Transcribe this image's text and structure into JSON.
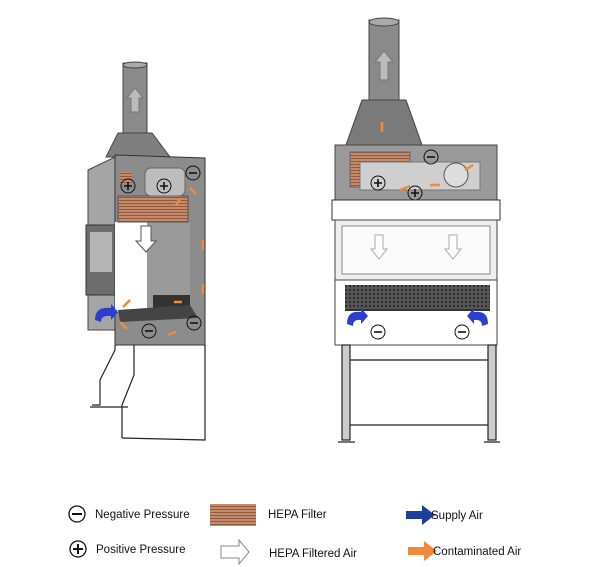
{
  "diagram": {
    "side_view": "cabinet-side-cutaway",
    "front_view": "cabinet-front-view"
  },
  "legend": {
    "negative_pressure": "Negative Pressure",
    "positive_pressure": "Positive Pressure",
    "hepa_filter": "HEPA Filter",
    "hepa_filtered_air": "HEPA Filtered Air",
    "supply_air": "Supply Air",
    "contaminated_air": "Contaminated Air"
  },
  "colors": {
    "supply_air": "#1f3f9c",
    "contaminated_air": "#f28a3a",
    "hepa_filter": "#b8785a",
    "cabinet_gray": "#9a9a9a"
  }
}
